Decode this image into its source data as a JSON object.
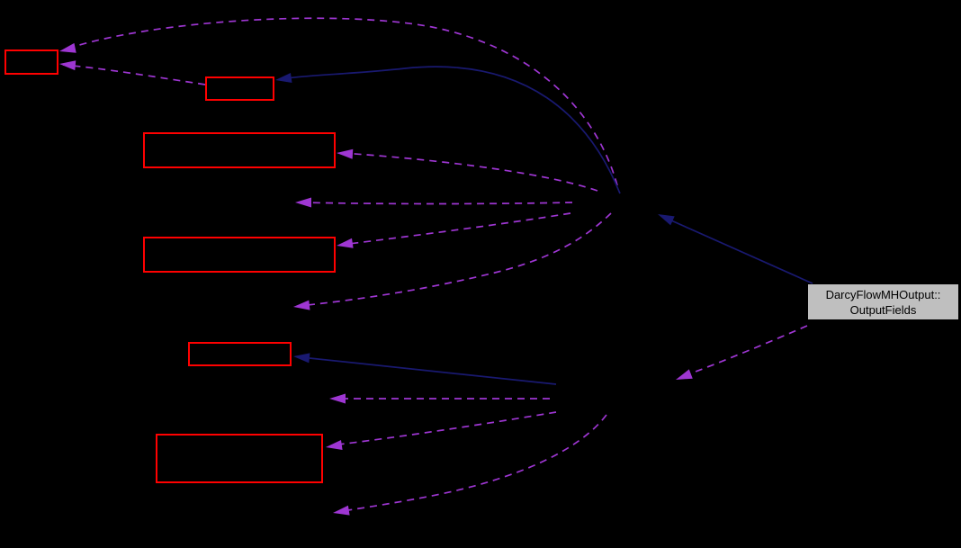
{
  "diagram": {
    "type": "collaboration-graph",
    "background_color": "#000000",
    "current_node": {
      "label_line1": "DarcyFlowMHOutput::",
      "label_line2": "OutputFields",
      "fill_color": "#bfbfbf",
      "text_color": "#000000"
    },
    "truncated_nodes": {
      "count": 6,
      "border_color": "#ff0000"
    },
    "edges": {
      "usage": {
        "color": "#9e36d2",
        "style": "dashed",
        "count": 10
      },
      "inheritance": {
        "color": "#191970",
        "style": "solid",
        "count": 3
      }
    }
  }
}
